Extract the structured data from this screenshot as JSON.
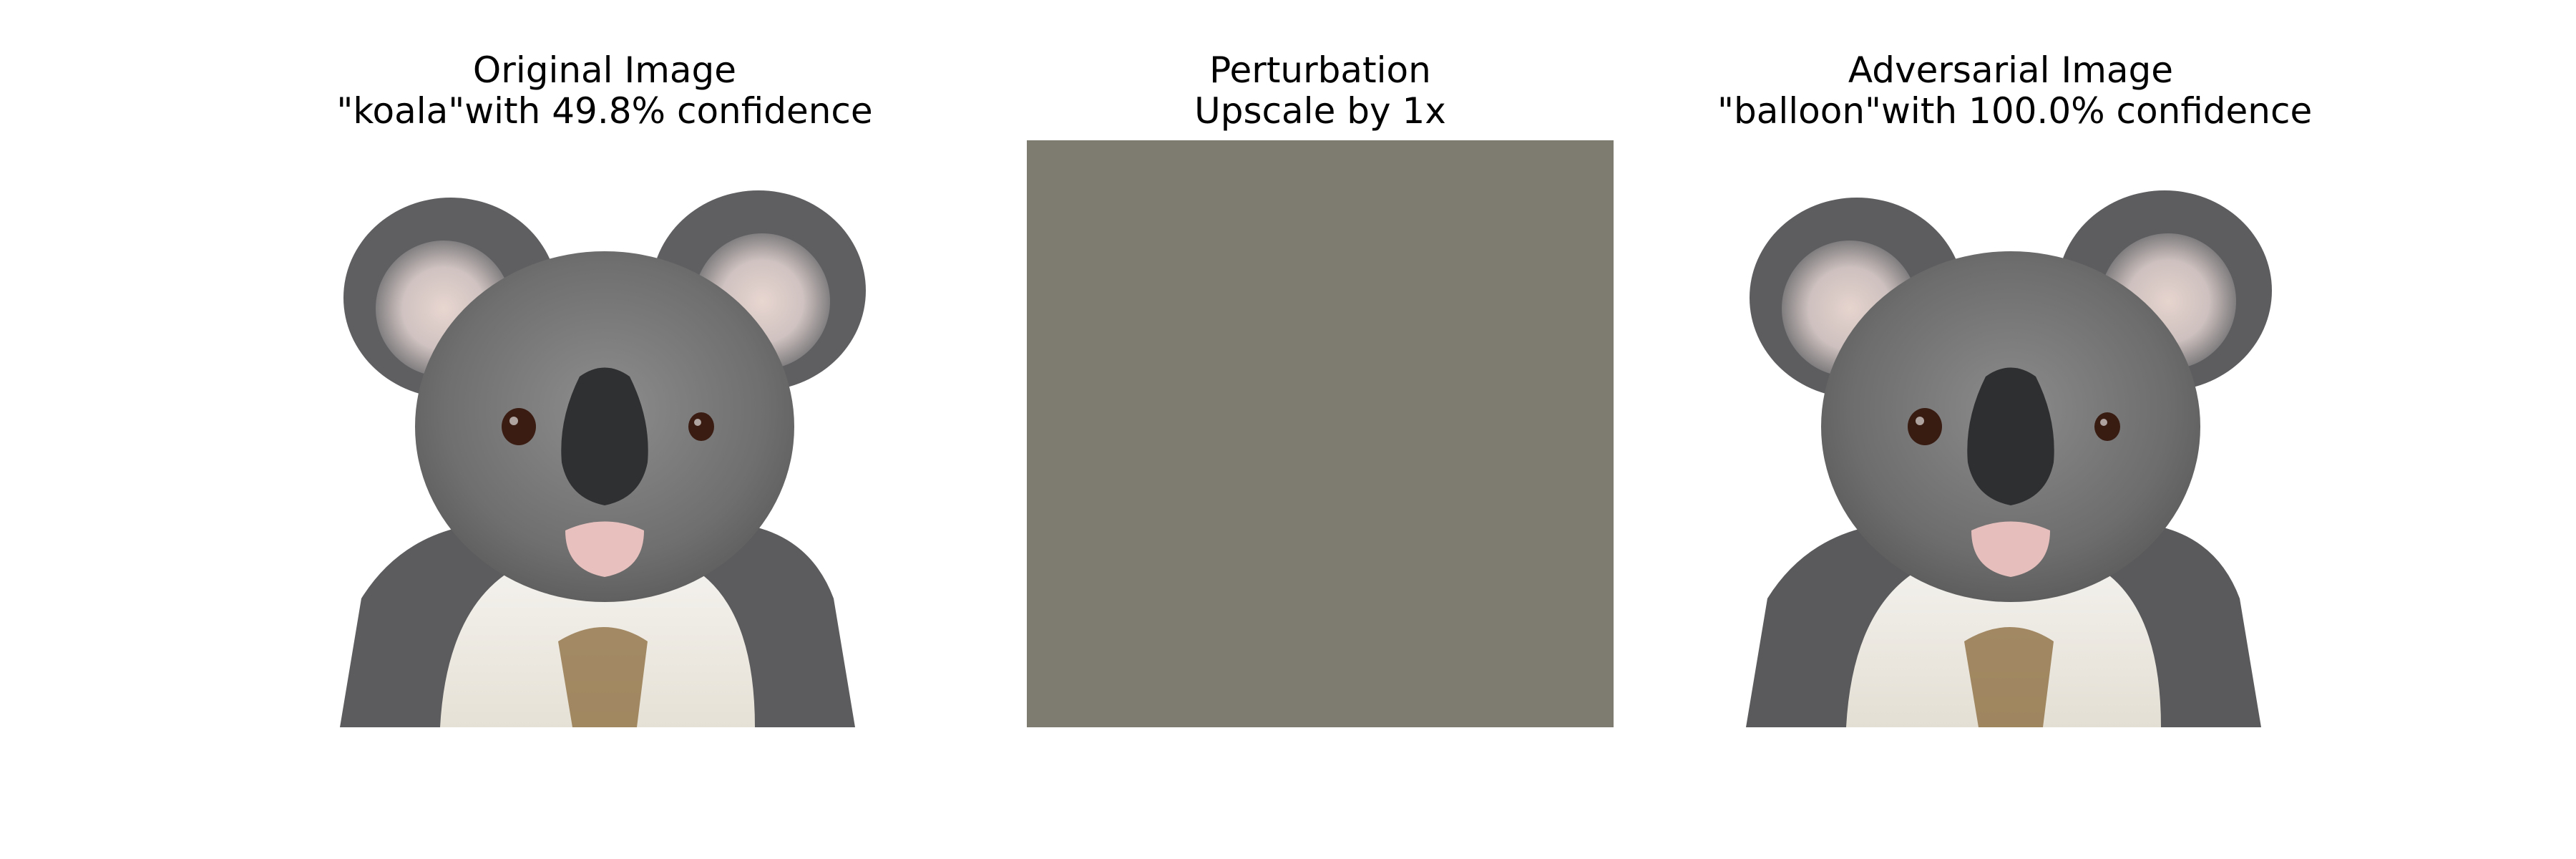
{
  "figure": {
    "panels": [
      {
        "title_line1": "Original Image",
        "title_line2": "\"koala\"with 49.8% confidence",
        "image_subject": "koala-photo"
      },
      {
        "title_line1": "Perturbation",
        "title_line2": "Upscale by 1x",
        "image_subject": "perturbation-noise",
        "fill_color": "#7e7b71"
      },
      {
        "title_line1": "Adversarial Image",
        "title_line2": "\"balloon\"with 100.0% confidence",
        "image_subject": "koala-photo-adversarial"
      }
    ]
  }
}
